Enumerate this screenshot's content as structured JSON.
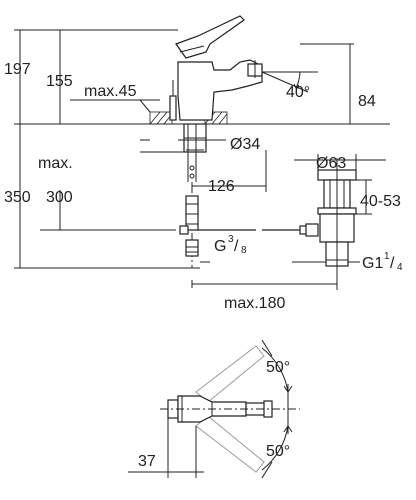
{
  "dimensions": {
    "h_total": "197",
    "h_spout": "155",
    "max_deck": "max.45",
    "angle_spray": "40°",
    "h_spray": "84",
    "dia_hole": "Ø34",
    "reach": "126",
    "max_label": "max.",
    "h_supply_total": "350",
    "h_supply": "300",
    "dia_waste": "Ø63",
    "waste_range": "40-53",
    "thread_supply": "G",
    "thread_supply_frac_num": "3",
    "thread_supply_frac_den": "8",
    "thread_waste": "G1",
    "thread_waste_frac_num": "1",
    "thread_waste_frac_den": "4",
    "max_distance": "max.180",
    "angle_top": "50°",
    "angle_bottom": "50°",
    "width_side": "37"
  },
  "colors": {
    "line": "#231f20",
    "hidden": "#9a9a9a",
    "background": "#ffffff"
  }
}
